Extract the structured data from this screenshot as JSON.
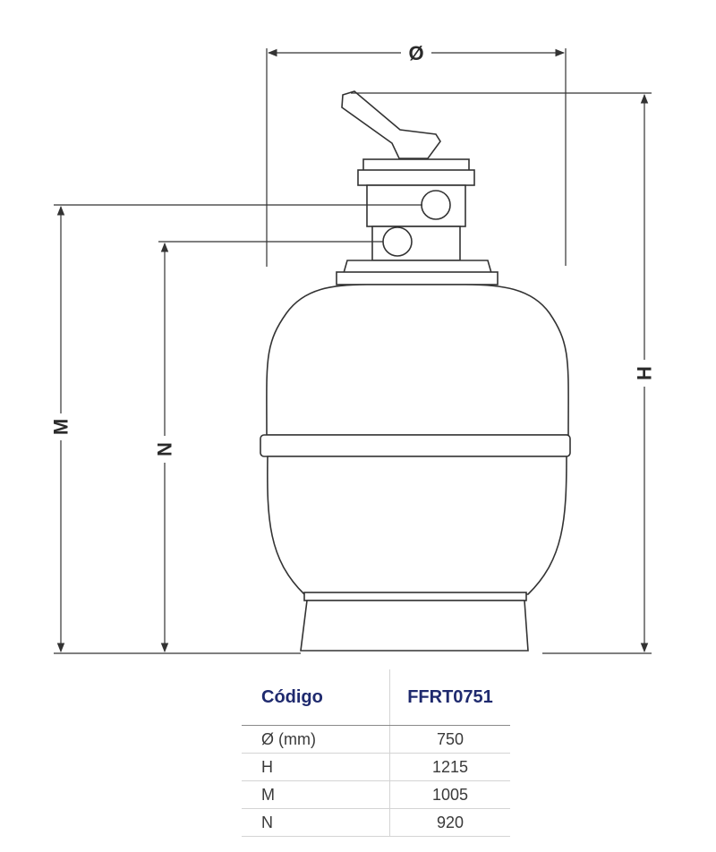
{
  "dimensions": {
    "diameter_label": "Ø",
    "h_label": "H",
    "m_label": "M",
    "n_label": "N"
  },
  "table": {
    "header": [
      "Código",
      "FFRT0751"
    ],
    "rows": [
      {
        "label": "Ø (mm)",
        "value": "750"
      },
      {
        "label": "H",
        "value": "1215"
      },
      {
        "label": "M",
        "value": "1005"
      },
      {
        "label": "N",
        "value": "920"
      }
    ]
  }
}
